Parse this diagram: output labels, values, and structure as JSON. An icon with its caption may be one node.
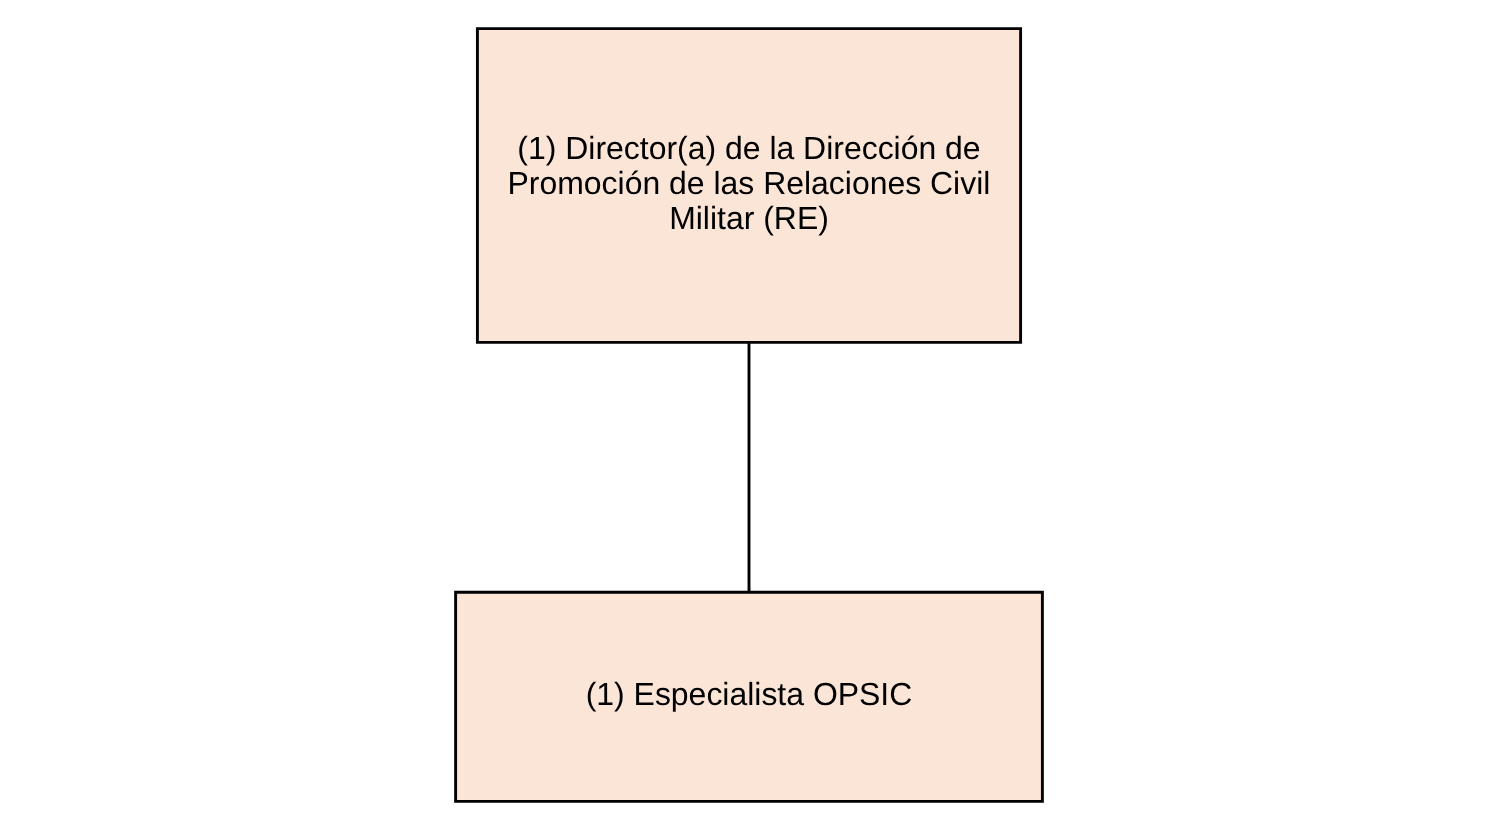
{
  "diagram": {
    "nodes": [
      {
        "text": [
          "(1) Director(a) de la Dirección de Promoción de las Relaciones Civil Militar (RE)"
        ]
      },
      {
        "text": [
          "(1) Especialista OPSIC"
        ]
      }
    ],
    "edges": [
      {
        "from": 0,
        "to": 1,
        "arrow": "none"
      }
    ]
  }
}
